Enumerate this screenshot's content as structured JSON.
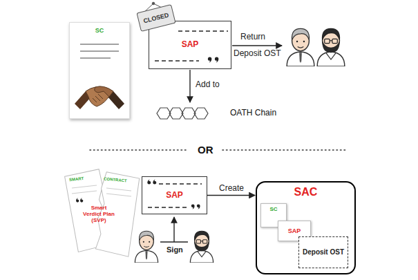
{
  "diagram": {
    "nodes": [
      {
        "text": [
          "SC"
        ]
      },
      {
        "text": [
          "CLOSED"
        ]
      },
      {
        "text": [
          "SAP"
        ]
      },
      {
        "text": [
          "SAP"
        ]
      },
      {
        "text": [
          "SAC"
        ]
      },
      {
        "text": [
          "SC"
        ],
        "in": 4
      },
      {
        "text": [
          "SAP"
        ],
        "in": 4
      },
      {
        "text": [
          "Deposit OST"
        ],
        "in": 4
      }
    ],
    "edges": [
      {
        "from": 3,
        "to": 4,
        "label": "Create",
        "arrow": "to"
      }
    ],
    "labels": [
      "Return",
      "Deposit OST",
      "Add to",
      "OATH Chain",
      "OR",
      "SMART",
      "CONTRACT",
      "Smart Verdict Plan (SVP)",
      "Sign"
    ]
  }
}
